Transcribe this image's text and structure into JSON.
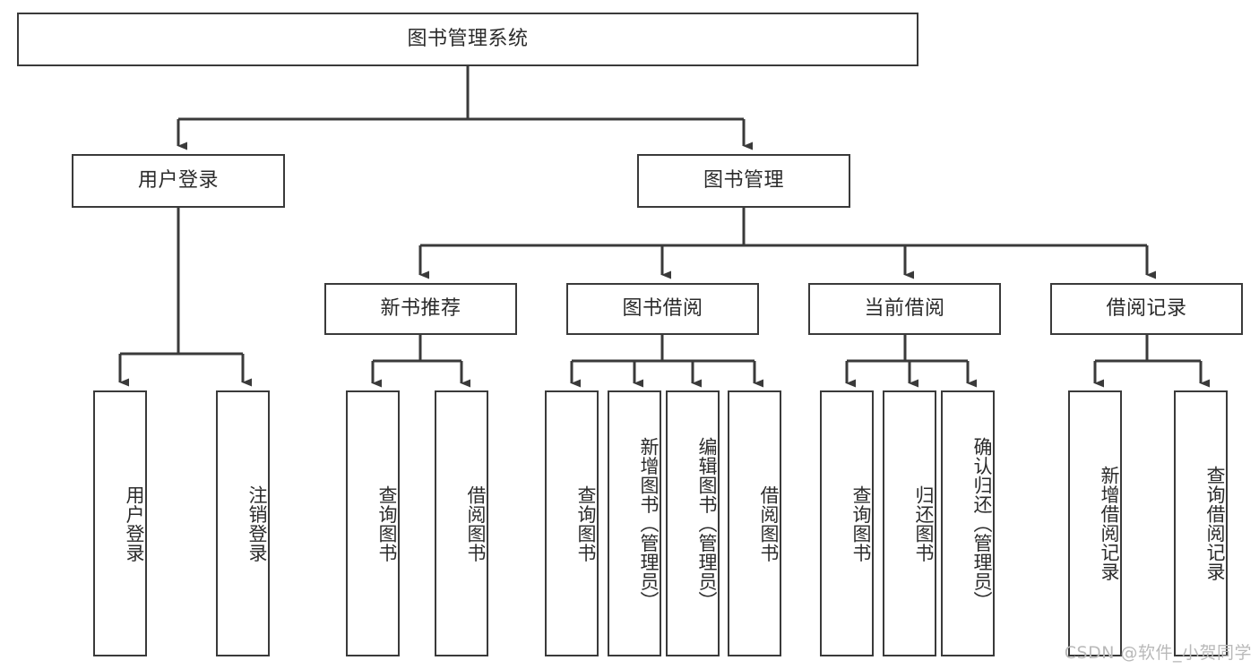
{
  "diagram": {
    "title": "图书管理系统",
    "type": "hierarchy-tree",
    "watermark": "CSDN @软件_小贺同学",
    "colors": {
      "border": "#3a3a3a",
      "background": "#ffffff",
      "text": "#2b2b2b",
      "watermark": "#b9b9b9"
    },
    "root": {
      "label": "图书管理系统",
      "children": [
        {
          "label": "用户登录",
          "children": [
            {
              "label": "用户登录"
            },
            {
              "label": "注销登录"
            }
          ]
        },
        {
          "label": "图书管理",
          "children": [
            {
              "label": "新书推荐",
              "children": [
                {
                  "label": "查询图书"
                },
                {
                  "label": "借阅图书"
                }
              ]
            },
            {
              "label": "图书借阅",
              "children": [
                {
                  "label": "查询图书"
                },
                {
                  "label": "新增图书（管理员）"
                },
                {
                  "label": "编辑图书（管理员）"
                },
                {
                  "label": "借阅图书"
                }
              ]
            },
            {
              "label": "当前借阅",
              "children": [
                {
                  "label": "查询图书"
                },
                {
                  "label": "归还图书"
                },
                {
                  "label": "确认归还（管理员）"
                }
              ]
            },
            {
              "label": "借阅记录",
              "children": [
                {
                  "label": "新增借阅记录"
                },
                {
                  "label": "查询借阅记录"
                }
              ]
            }
          ]
        }
      ]
    },
    "nodes": {
      "root": "图书管理系统",
      "user_login": "用户登录",
      "book_manage": "图书管理",
      "new_book_rec": "新书推荐",
      "book_borrow": "图书借阅",
      "current_borrow": "当前借阅",
      "borrow_record": "借阅记录",
      "leaf_user_login": "用户登录",
      "leaf_logout": "注销登录",
      "leaf_rec_query": "查询图书",
      "leaf_rec_borrow": "借阅图书",
      "leaf_borrow_query": "查询图书",
      "leaf_borrow_add": "新增图书（管理员）",
      "leaf_borrow_edit": "编辑图书（管理员）",
      "leaf_borrow_borrow": "借阅图书",
      "leaf_cur_query": "查询图书",
      "leaf_cur_return": "归还图书",
      "leaf_cur_confirm": "确认归还（管理员）",
      "leaf_rec_add": "新增借阅记录",
      "leaf_rec_query2": "查询借阅记录"
    }
  }
}
